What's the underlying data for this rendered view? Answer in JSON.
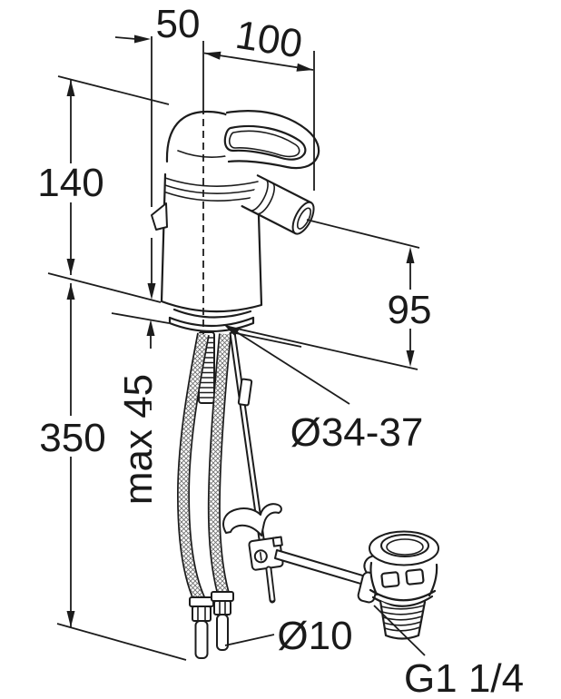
{
  "drawing": {
    "type": "technical-dimension-drawing",
    "subject": "single-lever bidet mixer with pop-up waste set",
    "background": "#ffffff",
    "line_color": "#1c1c1c",
    "labels": {
      "width_50": "50",
      "depth_100": "100",
      "height_140": "140",
      "spout_height_95": "95",
      "hose_length_350": "350",
      "deck_max_45": "max 45",
      "hole_dia_34_37": "Ø34-37",
      "hose_dia_10": "Ø10",
      "waste_thread": "G1 1/4"
    }
  }
}
